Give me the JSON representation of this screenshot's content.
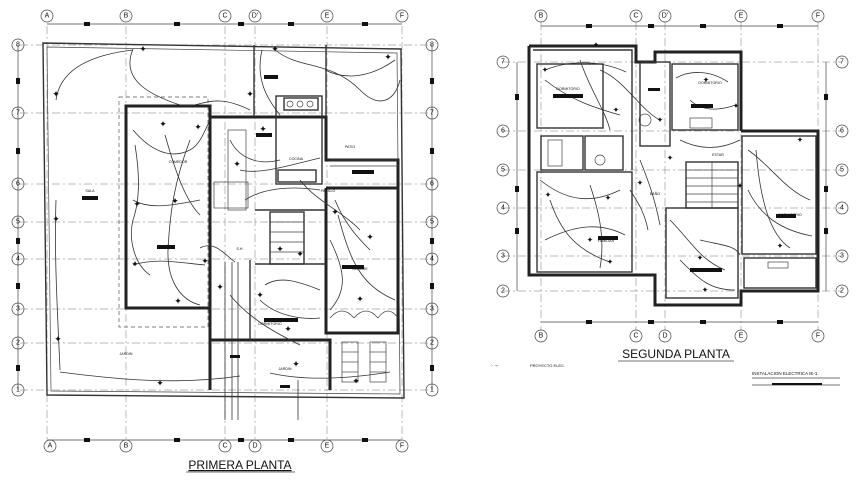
{
  "plans": [
    {
      "title": "PRIMERA PLANTA",
      "col_axes": [
        "A",
        "B",
        "C",
        "D'",
        "E",
        "F"
      ],
      "col_axes_bottom": [
        "A",
        "B",
        "C",
        "D",
        "E",
        "F"
      ],
      "row_axes": [
        "8",
        "7",
        "6",
        "5",
        "4",
        "3",
        "2",
        "1"
      ],
      "rooms": [
        "COMEDOR",
        "SALA",
        "COCINA",
        "PATIO",
        "JARDIN",
        "JARDIN",
        "PASILLO",
        "S.H.",
        "GARAGE",
        "DORMITORIO"
      ]
    },
    {
      "title": "SEGUNDA PLANTA",
      "col_axes": [
        "B",
        "C",
        "D'",
        "E",
        "F"
      ],
      "col_axes_bottom": [
        "B",
        "C",
        "D",
        "E",
        "F"
      ],
      "row_axes": [
        "7",
        "6",
        "5",
        "4",
        "3",
        "2"
      ],
      "rooms": [
        "DORMITORIO",
        "DORMITORIO",
        "DORMITORIO",
        "ESTAR",
        "FAMILIAR",
        "BAÑO"
      ]
    }
  ],
  "legend": {
    "label": "PROYECTO ELEC.",
    "sheet": "INSTALACION ELECTRICA IE-1"
  }
}
